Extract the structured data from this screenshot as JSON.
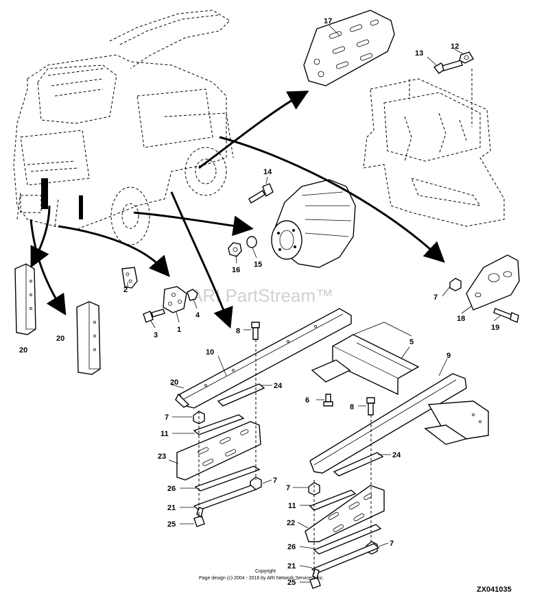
{
  "diagram": {
    "callouts": [
      "17",
      "12",
      "13",
      "14",
      "16",
      "15",
      "2",
      "4",
      "1",
      "3",
      "7",
      "18",
      "19",
      "20",
      "20",
      "8",
      "10",
      "5",
      "9",
      "20",
      "24",
      "6",
      "8",
      "7",
      "11",
      "23",
      "24",
      "26",
      "7",
      "21",
      "25",
      "7",
      "11",
      "22",
      "26",
      "7",
      "21",
      "25"
    ],
    "watermark": "ARI PartStream™",
    "copyright_line1": "Copyright",
    "copyright_line2": "Page design (c) 2004 - 2016 by ARI Network Services, Inc.",
    "drawing_code": "ZX041035"
  }
}
